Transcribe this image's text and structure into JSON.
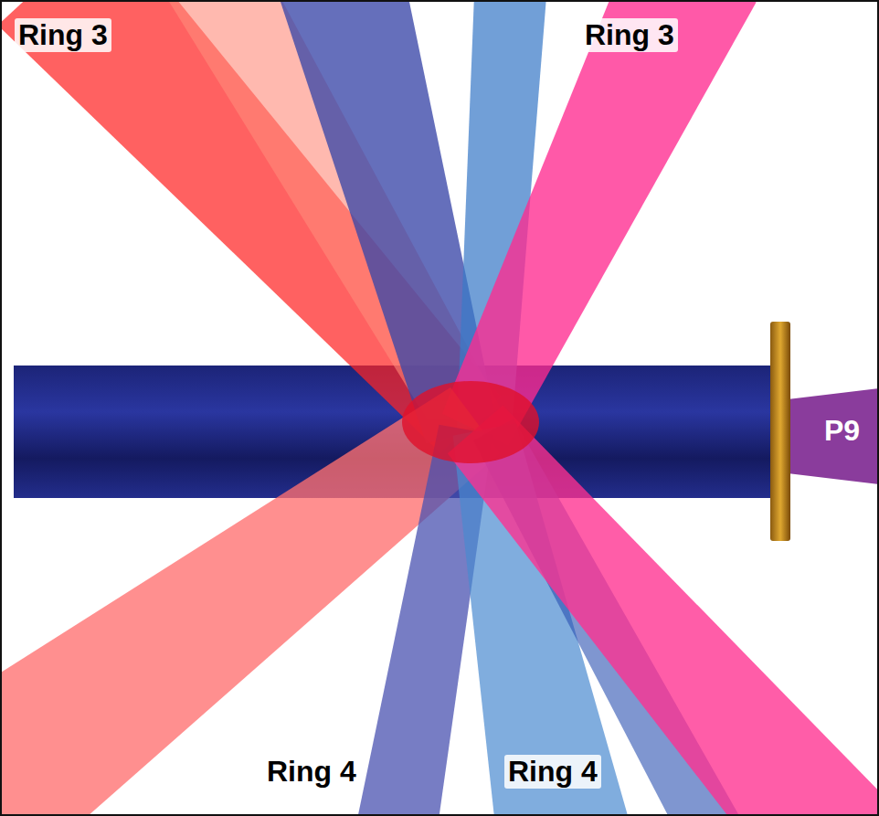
{
  "diagram": {
    "labels": [
      "Ring 3",
      "Ring 3",
      "Ring 4",
      "Ring 4",
      "P9"
    ]
  }
}
